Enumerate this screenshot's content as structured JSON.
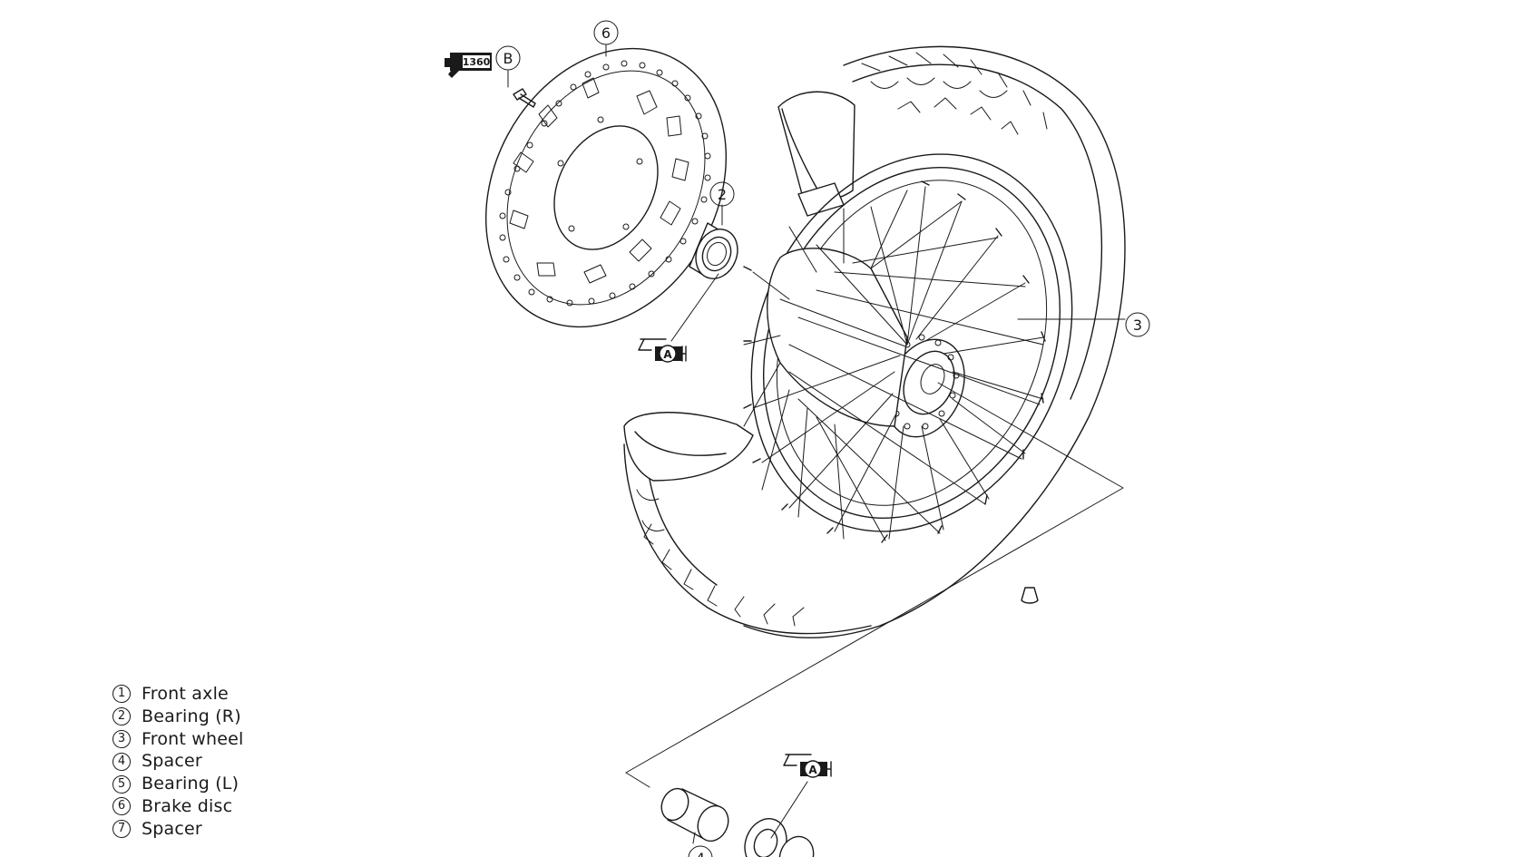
{
  "callouts": {
    "c6": "6",
    "cB": "B",
    "c2": "2",
    "c3": "3",
    "c4": "4",
    "torque_value": "1360",
    "grease_mark_1": "A",
    "grease_mark_2": "A"
  },
  "legend": [
    {
      "num": "1",
      "label": "Front axle"
    },
    {
      "num": "2",
      "label": "Bearing (R)"
    },
    {
      "num": "3",
      "label": "Front wheel"
    },
    {
      "num": "4",
      "label": "Spacer"
    },
    {
      "num": "5",
      "label": "Bearing (L)"
    },
    {
      "num": "6",
      "label": "Brake disc"
    },
    {
      "num": "7",
      "label": "Spacer"
    }
  ]
}
